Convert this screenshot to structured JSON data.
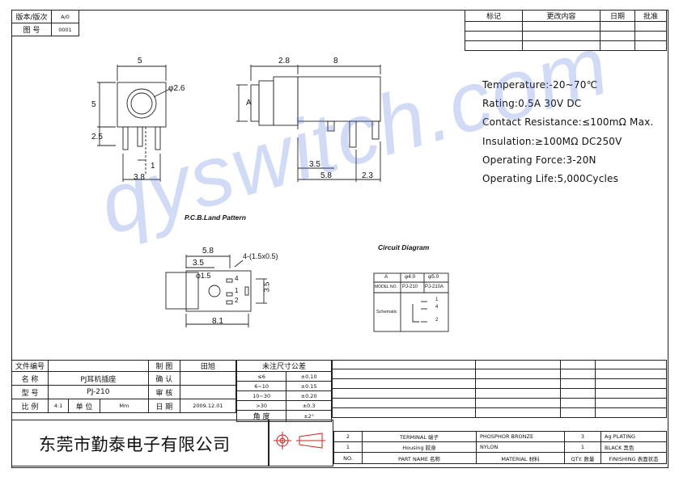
{
  "header_left": {
    "version_label": "版本/版次",
    "version_value": "A/0",
    "drawing_no_label": "图 号",
    "drawing_no_value": "0001"
  },
  "revision_table": {
    "headers": [
      "标记",
      "更改内容",
      "日期",
      "批准"
    ]
  },
  "specs": [
    "Temperature:-20~70℃",
    "Rating:0.5A  30V  DC",
    "Contact Resistance:≤100mΩ  Max.",
    "Insulation:≥100MΩ  DC250V",
    "Operating Force:3-20N",
    "Operating Life:5,000Cycles"
  ],
  "front_view_dims": {
    "width": "5",
    "height": "5",
    "hole": "φ2.6",
    "pin": "2.5",
    "pitch": "1",
    "bottom": "3.8"
  },
  "side_view_dims": {
    "top1": "2.8",
    "top2": "8",
    "label_a": "A",
    "d1": "3.5",
    "d2": "5.8",
    "d3": "2.3"
  },
  "pcb": {
    "title": "P.C.B.Land Pattern",
    "dim1": "5.8",
    "dim2": "3.5",
    "hole_note": "4-(1.5x0.5)",
    "hole_dia": "φ1.5",
    "pin1": "1",
    "pin2": "2",
    "pin4": "4",
    "height": "3.5",
    "length": "8.1"
  },
  "circuit": {
    "title": "Circuit Diagram",
    "col_a": "A",
    "col_40": "φ4.0",
    "col_50": "φ5.0",
    "model_label": "MODEL NO.",
    "model_1": "PJ-210",
    "model_2": "PJ-210A",
    "schematic_label": "Schematic",
    "p1": "1",
    "p4": "4",
    "p2": "2"
  },
  "watermark": "qyswitch.com",
  "title_block": {
    "file_no_label": "文件编号",
    "name_label": "名 称",
    "name_value": "PJ耳机插座",
    "model_label": "型 号",
    "model_value": "PJ-210",
    "scale_label": "比 例",
    "scale_value": "4:1",
    "unit_label": "单 位",
    "unit_value": "Mm",
    "draw_label": "制 图",
    "draw_value": "田旭",
    "confirm_label": "确 认",
    "review_label": "审 核",
    "date_label": "日 期",
    "date_value": "2009.12.01",
    "tolerance_title": "未注尺寸公差",
    "tolerances": [
      {
        "range": "≤6",
        "tol": "±0.10"
      },
      {
        "range": "6~10",
        "tol": "±0.15"
      },
      {
        "range": "10~30",
        "tol": "±0.20"
      },
      {
        "range": ">30",
        "tol": "±0.3"
      },
      {
        "range": "角 度",
        "tol": "±2°"
      }
    ],
    "company": "东莞市勤泰电子有限公司"
  },
  "parts_table": {
    "rows": [
      {
        "no": "2",
        "name": "TERMINAL 端子",
        "material": "PHOSPHOR BRONZE",
        "qty": "3",
        "finish": "Ag PLATING"
      },
      {
        "no": "1",
        "name": "Housing 胶身",
        "material": "NYLON",
        "qty": "1",
        "finish": "BLACK 黑色"
      }
    ],
    "header": {
      "no": "NO.",
      "name": "PART NAME 名称",
      "material": "MATERIAL 材料",
      "qty": "QTY. 数量",
      "finish": "FINISHING 表面状态"
    }
  }
}
